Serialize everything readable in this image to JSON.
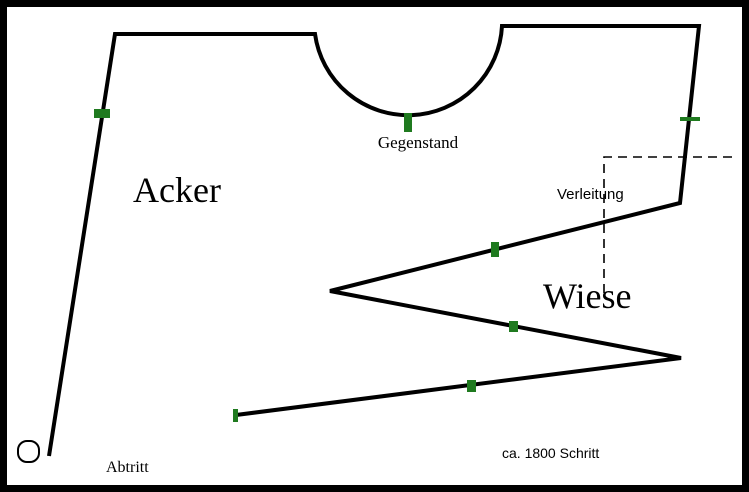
{
  "labels": {
    "acker": "Acker",
    "gegenstand": "Gegenstand",
    "verleitung": "Verleitung",
    "wiese": "Wiese",
    "abtritt": "Abtritt",
    "distance": "ca. 1800 Schritt"
  },
  "colors": {
    "frame": "#000000",
    "track": "#000000",
    "marker": "#1f7a1f",
    "background": "#ffffff"
  }
}
